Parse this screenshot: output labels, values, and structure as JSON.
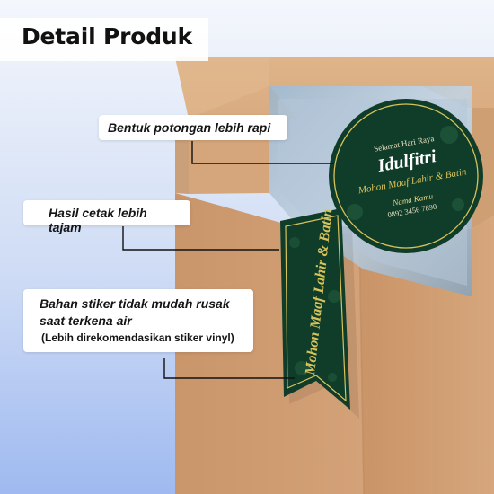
{
  "header": {
    "title": "Detail Produk"
  },
  "callouts": [
    {
      "label": "Bentuk potongan lebih rapi"
    },
    {
      "label": "Hasil cetak lebih tajam"
    },
    {
      "line1": "Bahan stiker tidak mudah rusak",
      "line2": "saat terkena air",
      "note": "(Lebih direkomendasikan stiker vinyl)"
    }
  ],
  "sticker": {
    "greeting": "Selamat Hari Raya",
    "name_script": "Idulfitri",
    "message": "Mohon Maaf Lahir & Batin",
    "sender": "Nama Kamu",
    "phone": "0892 3456 7890",
    "strip_text": "Mohon Maaf Lahir & Batin"
  },
  "colors": {
    "sticker_green": "#0f3d2a",
    "sticker_gold": "#d8c25a",
    "box_kraft": "#d8a97b"
  }
}
